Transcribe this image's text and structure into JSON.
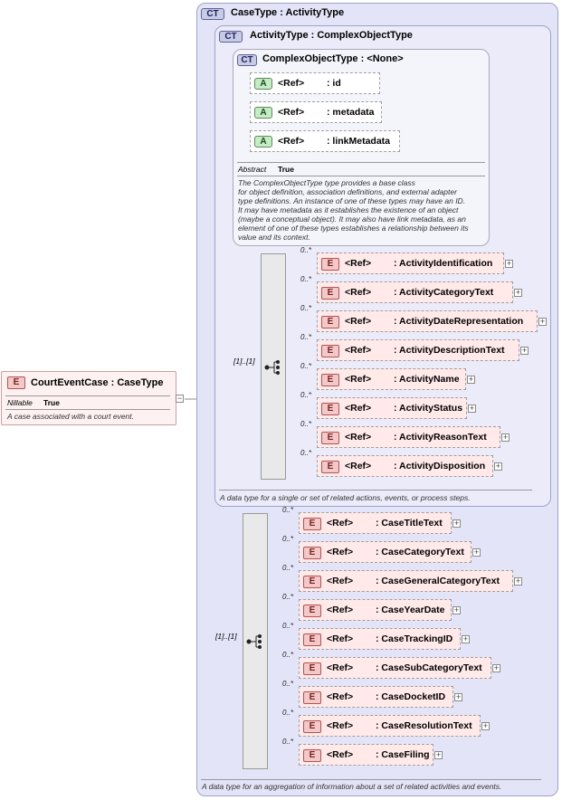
{
  "root": {
    "badge": "E",
    "name": "CourtEventCase : CaseType",
    "nillable_label": "Nillable",
    "nillable_value": "True",
    "doc": "A case associated with a court event.",
    "collapse_symbol": "−"
  },
  "case_type": {
    "badge": "CT",
    "name": "CaseType : ActivityType",
    "doc": "A data type for an aggregation of information about a set of related activities and events."
  },
  "activity_type": {
    "badge": "CT",
    "name": "ActivityType : ComplexObjectType",
    "doc": "A data type for a single or set of related actions, events, or process steps."
  },
  "complex_object_type": {
    "badge": "CT",
    "name": "ComplexObjectType : <None>",
    "abstract_label": "Abstract",
    "abstract_value": "True",
    "doc": [
      "The ComplexObjectType type provides a base class",
      "for object definition, association definitions, and external adapter",
      "type definitions. An instance of one of these types may have an ID.",
      "It may have metadata as it establishes the existence of an object",
      "(maybe a conceptual object). It may also have link metadata, as an",
      "element of one of these types establishes a relationship between its",
      "value and its context."
    ],
    "attributes": [
      {
        "badge": "A",
        "ref": "<Ref>",
        "name": ": id"
      },
      {
        "badge": "A",
        "ref": "<Ref>",
        "name": ": metadata"
      },
      {
        "badge": "A",
        "ref": "<Ref>",
        "name": ": linkMetadata"
      }
    ]
  },
  "activity_sequence": {
    "multiplicity": "[1]..[1]",
    "elements": [
      {
        "card": "0..*",
        "badge": "E",
        "ref": "<Ref>",
        "name": ": ActivityIdentification",
        "expand": "+"
      },
      {
        "card": "0..*",
        "badge": "E",
        "ref": "<Ref>",
        "name": ": ActivityCategoryText",
        "expand": "+"
      },
      {
        "card": "0..*",
        "badge": "E",
        "ref": "<Ref>",
        "name": ": ActivityDateRepresentation",
        "expand": "+"
      },
      {
        "card": "0..*",
        "badge": "E",
        "ref": "<Ref>",
        "name": ": ActivityDescriptionText",
        "expand": "+"
      },
      {
        "card": "0..*",
        "badge": "E",
        "ref": "<Ref>",
        "name": ": ActivityName",
        "expand": "+"
      },
      {
        "card": "0..*",
        "badge": "E",
        "ref": "<Ref>",
        "name": ": ActivityStatus",
        "expand": "+"
      },
      {
        "card": "0..*",
        "badge": "E",
        "ref": "<Ref>",
        "name": ": ActivityReasonText",
        "expand": "+"
      },
      {
        "card": "0..*",
        "badge": "E",
        "ref": "<Ref>",
        "name": ": ActivityDisposition",
        "expand": "+"
      }
    ]
  },
  "case_sequence": {
    "multiplicity": "[1]..[1]",
    "elements": [
      {
        "card": "0..*",
        "badge": "E",
        "ref": "<Ref>",
        "name": ": CaseTitleText",
        "expand": "+"
      },
      {
        "card": "0..*",
        "badge": "E",
        "ref": "<Ref>",
        "name": ": CaseCategoryText",
        "expand": "+"
      },
      {
        "card": "0..*",
        "badge": "E",
        "ref": "<Ref>",
        "name": ": CaseGeneralCategoryText",
        "expand": "+"
      },
      {
        "card": "0..*",
        "badge": "E",
        "ref": "<Ref>",
        "name": ": CaseYearDate",
        "expand": "+"
      },
      {
        "card": "0..*",
        "badge": "E",
        "ref": "<Ref>",
        "name": ": CaseTrackingID",
        "expand": "+"
      },
      {
        "card": "0..*",
        "badge": "E",
        "ref": "<Ref>",
        "name": ": CaseSubCategoryText",
        "expand": "+"
      },
      {
        "card": "0..*",
        "badge": "E",
        "ref": "<Ref>",
        "name": ": CaseDocketID",
        "expand": "+"
      },
      {
        "card": "0..*",
        "badge": "E",
        "ref": "<Ref>",
        "name": ": CaseResolutionText",
        "expand": "+"
      },
      {
        "card": "0..*",
        "badge": "E",
        "ref": "<Ref>",
        "name": ": CaseFiling",
        "expand": "+"
      }
    ]
  }
}
